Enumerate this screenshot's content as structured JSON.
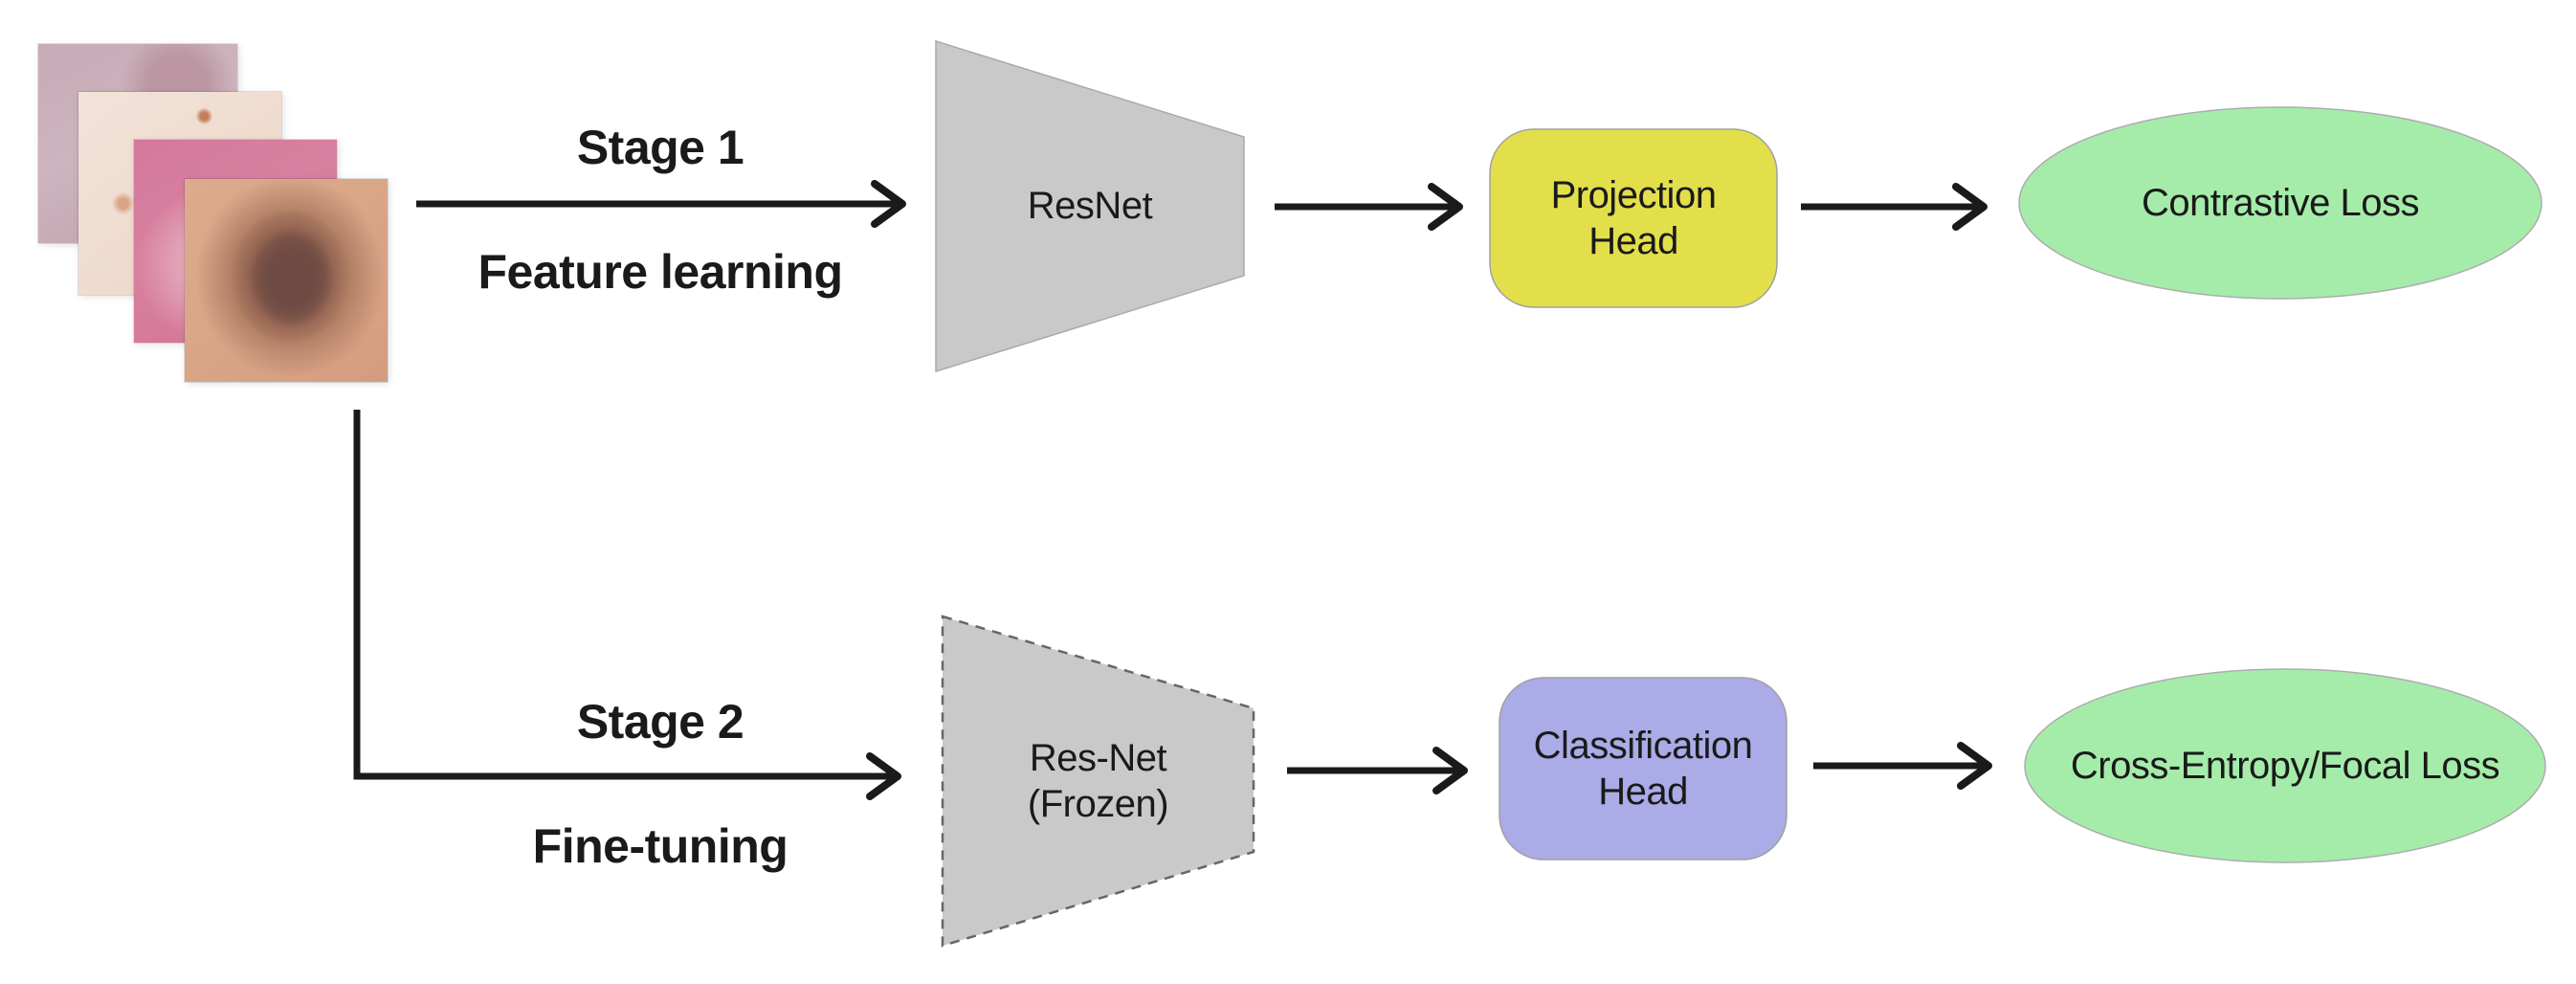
{
  "colors": {
    "encoder_fill": "#c9c9c9",
    "projection_head_fill": "#e3df4b",
    "classification_head_fill": "#ababe8",
    "loss_fill": "#a5ecaa",
    "arrow": "#1a1a1a"
  },
  "input_stack": {
    "semantic": "skin-lesion-photo-stack",
    "count": 4
  },
  "stage1": {
    "title": "Stage 1",
    "subtitle": "Feature learning",
    "encoder_label": "ResNet",
    "head_label": "Projection Head",
    "loss_label": "Contrastive Loss"
  },
  "stage2": {
    "title": "Stage 2",
    "subtitle": "Fine-tuning",
    "encoder_label": "Res-Net",
    "encoder_state": "(Frozen)",
    "head_label": "Classification Head",
    "loss_label": "Cross-Entropy/Focal Loss"
  }
}
